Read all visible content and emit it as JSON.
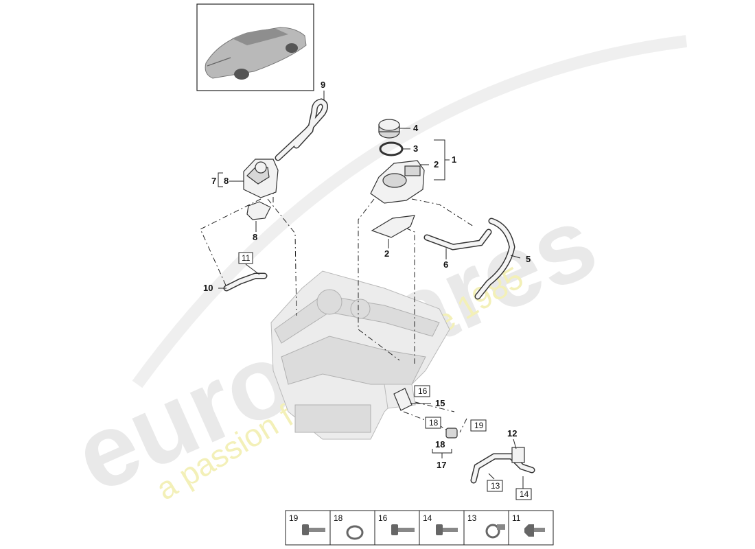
{
  "watermark": {
    "brand": "eurospares",
    "tagline": "a passion for parts since 1985"
  },
  "callouts": {
    "c1": "1",
    "c2a": "2",
    "c2b": "2",
    "c3": "3",
    "c4": "4",
    "c5": "5",
    "c6": "6",
    "c7": "7",
    "c8a": "8",
    "c8b": "8",
    "c9": "9",
    "c10": "10",
    "c12": "12",
    "c15": "15",
    "c17": "17",
    "c18": "18"
  },
  "boxed_refs": {
    "b11": "11",
    "b13": "13",
    "b14": "14",
    "b16": "16",
    "b18": "18",
    "b19": "19"
  },
  "legend": {
    "items": [
      {
        "label": "19",
        "icon": "bolt-icon"
      },
      {
        "label": "18",
        "icon": "seal-ring-icon"
      },
      {
        "label": "16",
        "icon": "bolt-icon"
      },
      {
        "label": "14",
        "icon": "bolt-icon"
      },
      {
        "label": "13",
        "icon": "clamp-icon"
      },
      {
        "label": "11",
        "icon": "screw-icon"
      }
    ]
  }
}
